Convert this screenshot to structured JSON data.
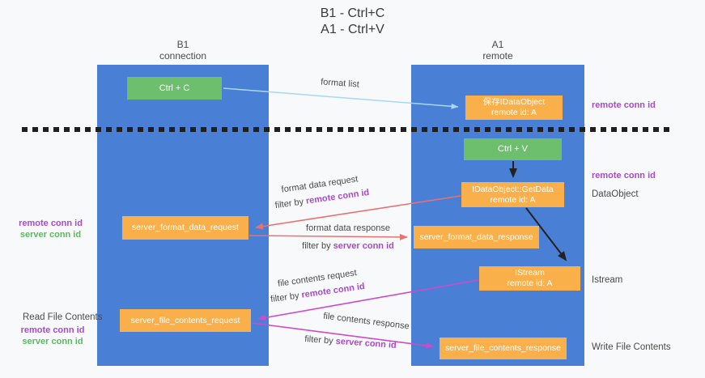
{
  "title": {
    "line1": "B1 - Ctrl+C",
    "line2": "A1 - Ctrl+V"
  },
  "lifelines": {
    "left": {
      "title": "B1",
      "subtitle": "connection"
    },
    "right": {
      "title": "A1",
      "subtitle": "remote"
    }
  },
  "boxes": {
    "ctrl_c": {
      "label": "Ctrl + C"
    },
    "ctrl_v": {
      "label": "Ctrl + V"
    },
    "save_idataobject": {
      "line1": "保存IDataObject",
      "line2": "remote id: A"
    },
    "idataobject_getdata": {
      "line1": "IDataObject::GetData",
      "line2": "remote id: A"
    },
    "istream": {
      "line1": "IStream",
      "line2": "remote id: A"
    },
    "server_format_data_request": {
      "label": "server_format_data_request"
    },
    "server_format_data_response": {
      "label": "server_format_data_response"
    },
    "server_file_contents_request": {
      "label": "server_file_contents_request"
    },
    "server_file_contents_response": {
      "label": "server_file_contents_response"
    }
  },
  "right_labels": {
    "remote_conn_id_top": "remote conn id",
    "remote_conn_id_mid": "remote conn id",
    "dataobject": "DataObject",
    "istream": "Istream",
    "write_file_contents": "Write File Contents"
  },
  "left_labels": {
    "remote_conn_id_1": "remote conn id",
    "server_conn_id_1": "server conn id",
    "read_file_contents": "Read File Contents",
    "remote_conn_id_2": "remote conn id",
    "server_conn_id_2": "server conn id"
  },
  "arrow_labels": {
    "format_list": "format list",
    "format_data_request": "format data request",
    "format_data_response": "format data response",
    "file_contents_request": "file contents request",
    "file_contents_response": "file contents response",
    "filter_by": "filter by ",
    "remote_conn_id": "remote conn id",
    "server_conn_id": "server conn id"
  },
  "colors": {
    "lifeline_blue": "#4a7fd6",
    "box_green": "#6dbf6e",
    "box_orange": "#f9b04a",
    "arrow_blue": "#a9d7f2",
    "arrow_red": "#e87272",
    "arrow_magenta": "#cb4bcb",
    "arrow_black": "#222222",
    "text_purple": "#a64bc8",
    "text_green": "#5cb85f",
    "text_gray": "#4a4a4a"
  }
}
